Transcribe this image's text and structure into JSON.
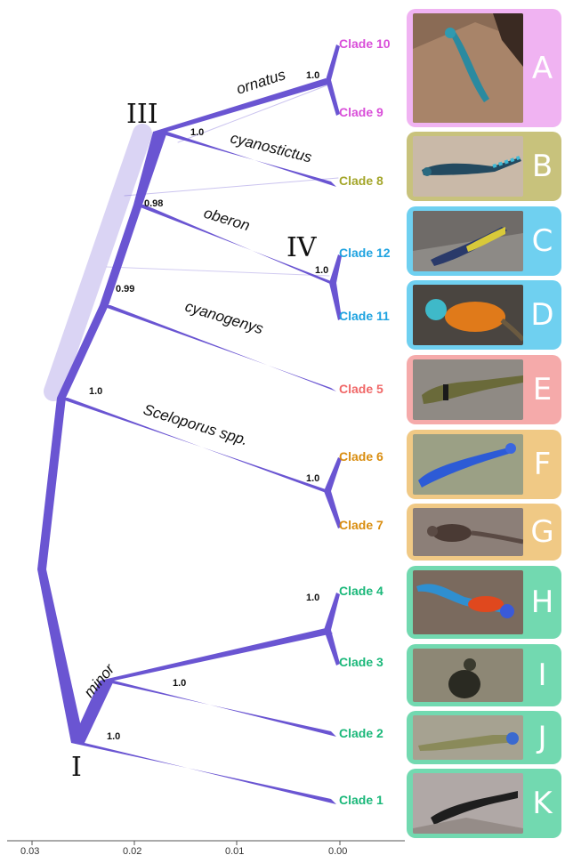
{
  "figure": {
    "clades": [
      {
        "label": "Clade 10",
        "color": "#d94fd9"
      },
      {
        "label": "Clade 9",
        "color": "#d94fd9"
      },
      {
        "label": "Clade 8",
        "color": "#a4a62a"
      },
      {
        "label": "Clade 12",
        "color": "#1fa3e0"
      },
      {
        "label": "Clade 11",
        "color": "#1fa3e0"
      },
      {
        "label": "Clade 5",
        "color": "#f06868"
      },
      {
        "label": "Clade 6",
        "color": "#d98d0f"
      },
      {
        "label": "Clade 7",
        "color": "#d98d0f"
      },
      {
        "label": "Clade 4",
        "color": "#1bb87a"
      },
      {
        "label": "Clade 3",
        "color": "#1bb87a"
      },
      {
        "label": "Clade 2",
        "color": "#1bb87a"
      },
      {
        "label": "Clade 1",
        "color": "#1bb87a"
      }
    ],
    "lineages": {
      "ornatus": "ornatus",
      "cyanostictus": "cyanostictus",
      "oberon": "oberon",
      "cyanogenys": "cyanogenys",
      "sceloporus": "Sceloporus spp.",
      "minor": "minor"
    },
    "support_values": {
      "clade_9_10": "1.0",
      "cyanostictus_node": "1.0",
      "oberon_node": "0.98",
      "clade_11_12": "1.0",
      "cyanogenys_node": "0.99",
      "sceloporus_node": "1.0",
      "clade_6_7": "1.0",
      "clade_3_4": "1.0",
      "clade_2_node": "1.0",
      "clade_1_node": "1.0"
    },
    "group_labels": {
      "I": "I",
      "III": "III",
      "IV": "IV"
    },
    "axis": {
      "ticks": [
        "0.03",
        "0.02",
        "0.01",
        "0.00"
      ]
    },
    "tree_color": "#6a55d2",
    "panels": [
      {
        "letter": "A",
        "bg": "#f0b3f2",
        "photo": "lizard-on-rock-blue-spots"
      },
      {
        "letter": "B",
        "bg": "#c8c27c",
        "photo": "lizard-blue-striped-tail"
      },
      {
        "letter": "C",
        "bg": "#6fd0f0",
        "photo": "lizard-blue-yellow"
      },
      {
        "letter": "D",
        "bg": "#6fd0f0",
        "photo": "lizard-orange-body"
      },
      {
        "letter": "E",
        "bg": "#f5aaaa",
        "photo": "lizard-collared-olive"
      },
      {
        "letter": "F",
        "bg": "#f0c985",
        "photo": "lizard-bright-blue"
      },
      {
        "letter": "G",
        "bg": "#f0c985",
        "photo": "lizard-brown-speckled"
      },
      {
        "letter": "H",
        "bg": "#72d9b0",
        "photo": "lizard-blue-red-sides"
      },
      {
        "letter": "I",
        "bg": "#72d9b0",
        "photo": "lizard-dark-upright"
      },
      {
        "letter": "J",
        "bg": "#72d9b0",
        "photo": "lizard-tan-blue-head"
      },
      {
        "letter": "K",
        "bg": "#72d9b0",
        "photo": "lizard-dark-on-rock"
      }
    ]
  }
}
